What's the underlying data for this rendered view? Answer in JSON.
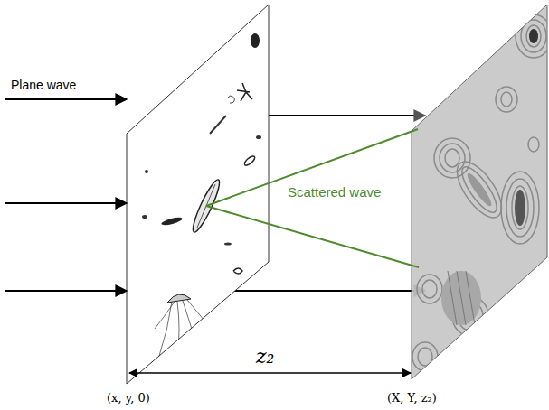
{
  "diagram": {
    "labels": [
      "Plane wave",
      "Scattered wave",
      "z₂",
      "(x, y, 0)",
      "(X, Y, z₂)"
    ]
  }
}
